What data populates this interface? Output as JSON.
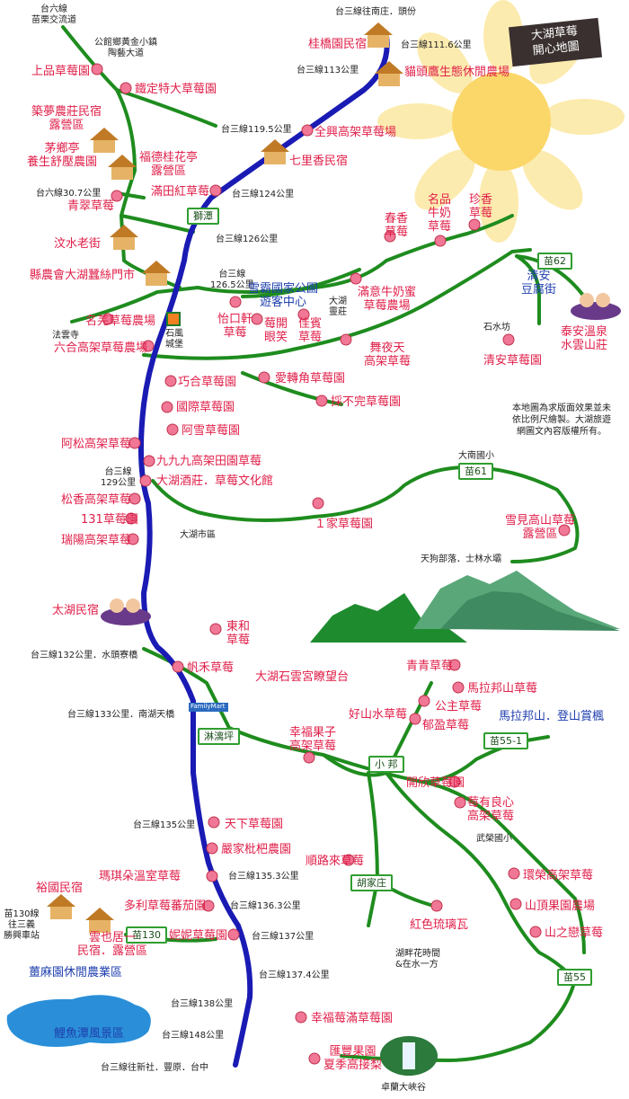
{
  "title": {
    "line1": "大湖草莓",
    "line2": "開心地圖"
  },
  "note": "本地圖為求版面效果並未依比例尺繪製。大湖旅遊網圖文內容版權所有。",
  "colors": {
    "road_main": "#1a1ab4",
    "road_local": "#1e8c1e",
    "poi_text": "#e0204a",
    "label_text": "#222222",
    "visitor_text": "#1f3fae"
  },
  "route_boxes": {
    "shitan": "獅潭",
    "miao62": "苗62",
    "miao61": "苗61",
    "linlianping": "淋漓坪",
    "xiaobang": "小 邦",
    "miao55_1": "苗55-1",
    "hujiazhuang": "胡家庄",
    "miao130": "苗130",
    "miao55": "苗55"
  },
  "brands": {
    "family_mart": "FamilyMart"
  },
  "pois": {
    "jiaoqiao_minsu": "桂橋園民宿",
    "maotouying": "貓頭鷹生態休閒農場",
    "shangpin": "上品草莓園",
    "tiedingte": "鐵定特大草莓園",
    "zhumeng_1": "築夢農莊民宿",
    "zhumeng_2": "露營區",
    "quanxing": "全興高架草莓場",
    "maoxiang_1": "茅鄉亭",
    "maoxiang_2": "養生舒壓農園",
    "fude_1": "福德桂花亭",
    "fude_2": "露營區",
    "qili": "七里香民宿",
    "mantianhong": "滿田紅草莓",
    "qingcui": "青翠草莓",
    "wenshui": "汶水老街",
    "county_farm": "縣農會大湖蠶絲門市",
    "mingyi": "名芫草莓農場",
    "liuhe": "六合高架草莓農場",
    "yikouxuan_1": "怡口軒",
    "yikouxuan_2": "草莓",
    "meikai_1": "莓開",
    "meikai_2": "眼笑",
    "jiabin_1": "佳賓",
    "jiabin_2": "草莓",
    "manyi_1": "滿意牛奶蜜",
    "manyi_2": "草莓農場",
    "chunxiang_1": "春香",
    "chunxiang_2": "草莓",
    "mingpin_1": "名品",
    "mingpin_2": "牛奶",
    "mingpin_3": "草莓",
    "zhenxiang_1": "珍香",
    "zhenxiang_2": "草莓",
    "qingan_1": "清安",
    "qingan_2": "豆腐街",
    "taian_1": "泰安溫泉",
    "taian_2": "水雲山莊",
    "qingan_farm": "清安草莓園",
    "wuyetian_1": "舞夜天",
    "wuyetian_2": "高架草莓",
    "qiaoyun": "巧合草莓園",
    "aizhuanjiao": "愛轉角草莓園",
    "caibuwan": "採不完草莓園",
    "guoji": "國際草莓園",
    "axue": "阿雪草莓園",
    "asong": "阿松高架草莓",
    "jiujiujiu": "九九九高架田園草莓",
    "dahu_winery": "大湖酒莊．草莓文化館",
    "songxiang": "松香高架草莓",
    "no131": "131草莓園",
    "ruiyang": "瑞陽高架草莓",
    "yijia": "１家草莓園",
    "xuejian_1": "雪見高山草莓",
    "xuejian_2": "露營區",
    "dahu_minsu": "太湖民宿",
    "donghe_1": "東和",
    "donghe_2": "草莓",
    "fanhe": "帆禾草莓",
    "shiyun": "大湖石雲宮瞭望台",
    "qingqing": "青青草莓",
    "malabang": "馬拉邦山草莓",
    "haoshanshui": "好山水草莓",
    "gongzhu": "公主草莓",
    "yuying": "郁盈草莓",
    "xingfuguozi_1": "幸福果子",
    "xingfuguozi_2": "高架草莓",
    "kaixin": "開欣草莓園",
    "youliangxin_1": "莓有良心",
    "youliangxin_2": "高架草莓",
    "tianxia": "天下草莓園",
    "yanjia": "嚴家枇杷農園",
    "shunlulai": "順路來草莓",
    "maqi": "瑪琪朵溫室草莓",
    "duoli": "多利草莓蕃茄園",
    "nini": "妮妮草莓園",
    "huanrong": "環榮高架草莓",
    "shanding": "山頂果園農場",
    "shanzhilian": "山之戀草莓",
    "hongse": "紅色琉璃瓦",
    "xingfumei": "幸福莓滿草莓園",
    "huifeng_1": "匯豐果園",
    "huifeng_2": "夏季高接梨",
    "yuguo": "裕國民宿",
    "yunyeju_1": "雲也居一",
    "yunyeju_2": "民宿．露營區"
  },
  "places": {
    "tai6_top_1": "台六線",
    "tai6_top_2": "苗栗交流道",
    "tai3_north": "台三線往南庄．頭份",
    "gongguan_1": "公館鄉黃金小鎮",
    "gongguan_2": "陶藝大道",
    "km111": "台三線111.6公里",
    "km113": "台三線113公里",
    "km119": "台三線119.5公里",
    "tai6_30": "台六線30.7公里",
    "km124": "台三線124公里",
    "km126": "台三線126公里",
    "km1265_1": "台三線",
    "km1265_2": "126.5公里",
    "fayun": "法雲寺",
    "dahu_village_1": "大湖",
    "dahu_village_2": "靈莊",
    "shifeng_1": "石風",
    "shifeng_2": "城堡",
    "shishuifang": "石水坊",
    "km129_1": "台三線",
    "km129_2": "129公里",
    "dahu_market": "大湖市區",
    "danan": "大南國小",
    "tiangou": "天狗部落．士林水壩",
    "km132": "台三線132公里．水頭寮橋",
    "km133": "台三線133公里．南湖天橋",
    "km135": "台三線135公里",
    "km1353": "台三線135.3公里",
    "km1363": "台三線136.3公里",
    "km137": "台三線137公里",
    "km1374": "台三線137.4公里",
    "km138": "台三線138公里",
    "km148": "台三線148公里",
    "tai3_south": "台三線往新社．豐原．台中",
    "wulong": "武榮國小",
    "hupan_1": "湖畔花時間",
    "hupan_2": "&在水一方",
    "tai130_1": "苗130線",
    "tai130_2": "往三義",
    "tai130_3": "勝興車站",
    "zhuolan": "卓蘭大峽谷"
  },
  "visitor": {
    "center_1": "雪霸國家公園",
    "center_2": "遊客中心",
    "malabang_trail": "馬拉邦山．登山賞楓",
    "xuemai": "薑麻園休閒農業區",
    "liyu": "鯉魚潭風景區"
  }
}
